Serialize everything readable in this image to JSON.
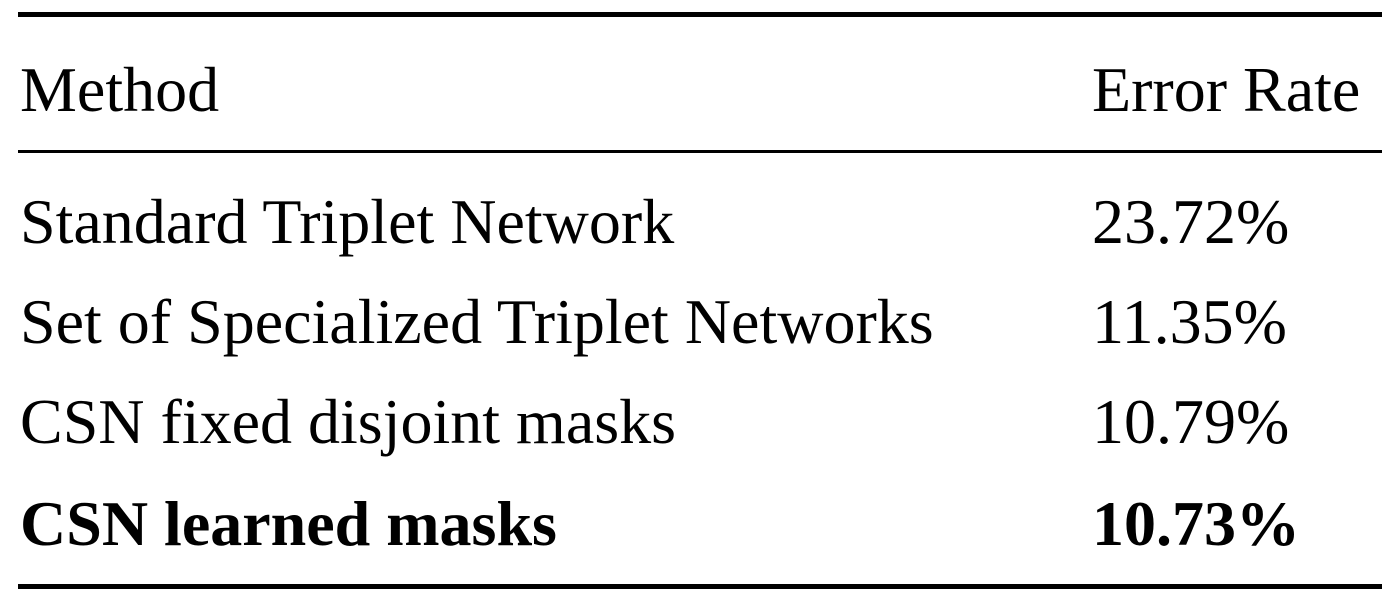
{
  "table": {
    "headers": {
      "method": "Method",
      "error_rate": "Error Rate"
    },
    "rows": [
      {
        "method": "Standard Triplet Network",
        "error_rate": "23.72%",
        "bold": false
      },
      {
        "method": "Set of Specialized Triplet Networks",
        "error_rate": "11.35%",
        "bold": false
      },
      {
        "method": "CSN fixed disjoint masks",
        "error_rate": "10.79%",
        "bold": false
      },
      {
        "method": "CSN learned masks",
        "error_rate": "10.73%",
        "bold": true
      }
    ]
  },
  "colors": {
    "text": "#000000",
    "background": "#ffffff"
  }
}
